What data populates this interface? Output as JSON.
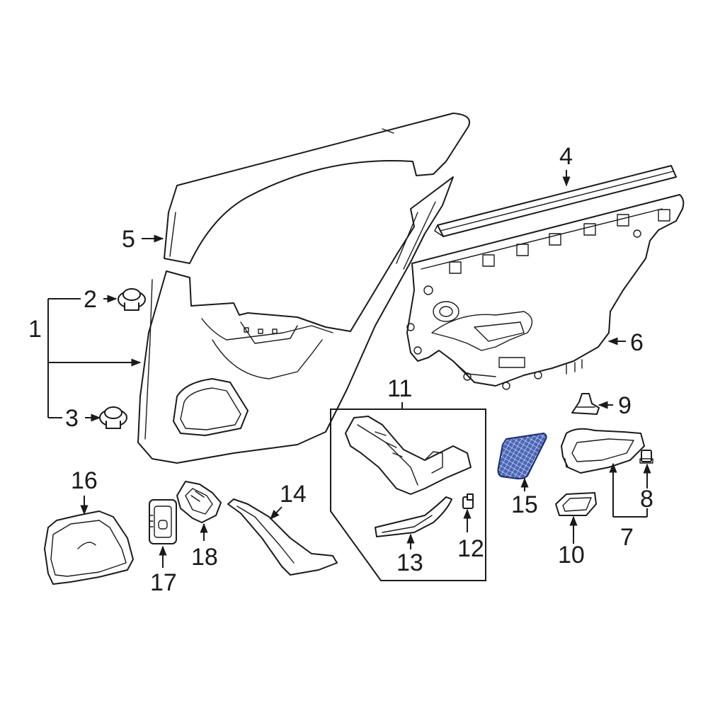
{
  "colors": {
    "line": "#1a1a1a",
    "highlight": "#4a66b8",
    "background": "#ffffff"
  },
  "labels": {
    "l1": "1",
    "l2": "2",
    "l3": "3",
    "l4": "4",
    "l5": "5",
    "l6": "6",
    "l7": "7",
    "l8": "8",
    "l9": "9",
    "l10": "10",
    "l11": "11",
    "l12": "12",
    "l13": "13",
    "l14": "14",
    "l15": "15",
    "l16": "16",
    "l17": "17",
    "l18": "18"
  }
}
